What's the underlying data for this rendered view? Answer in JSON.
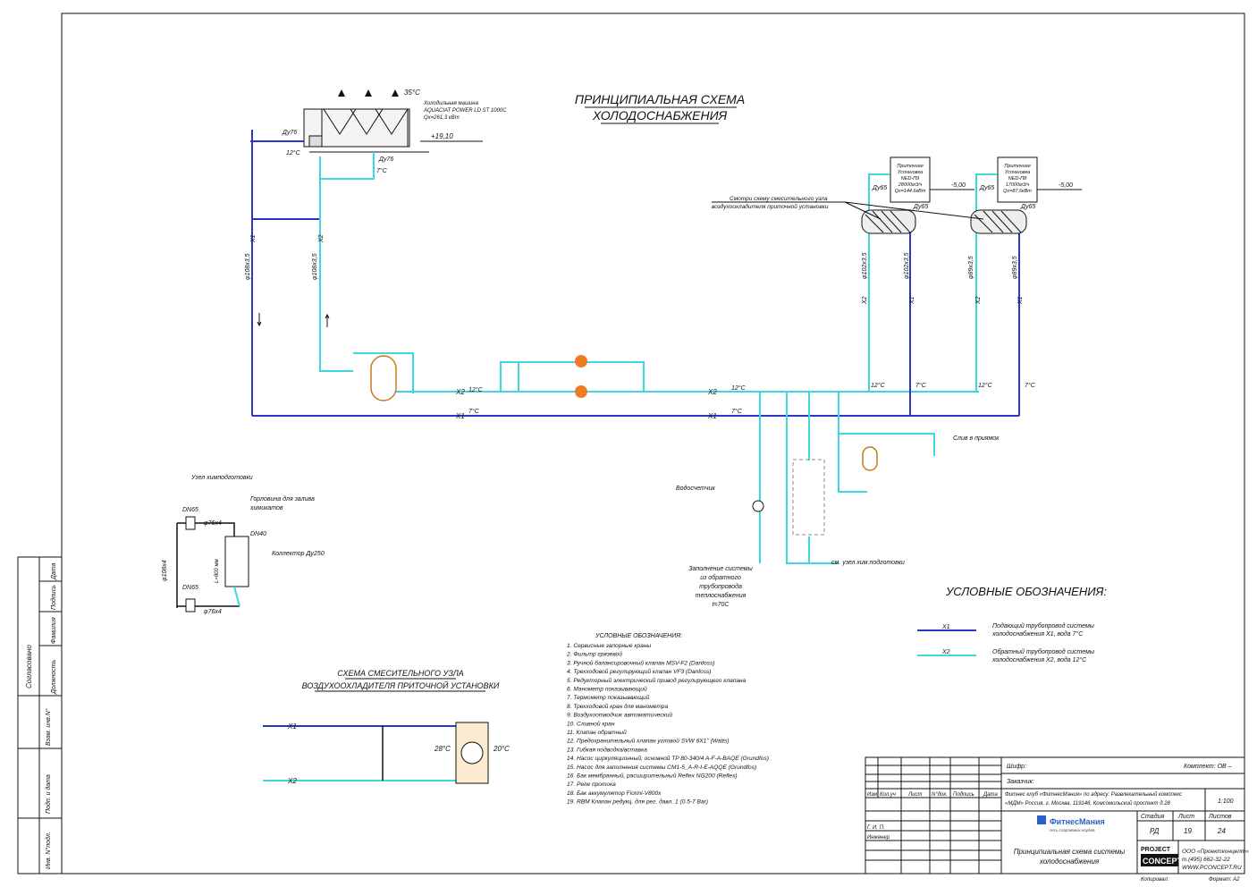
{
  "title": {
    "line1": "ПРИНЦИПИАЛЬНАЯ СХЕМА",
    "line2": "ХОЛОДОСНАБЖЕНИЯ"
  },
  "chiller": {
    "name1": "Холодильная машина",
    "name2": "AQUACIAT POWER LD ST 1000C",
    "power": "Qх=261.3 кВт",
    "temp": "35°C",
    "level": "+19,10",
    "dn_in": "Ду76",
    "dn_out": "Ду76",
    "t_ret": "12°C",
    "t_sup": "7°C"
  },
  "ahu1": {
    "l1": "Приточная",
    "l2": "Установка",
    "l3": "NED-П9",
    "l4": "28000м3/ч",
    "l5": "Qх=144.6кВт",
    "dn": "Ду65",
    "dn2": "Ду65",
    "level": "-5,00"
  },
  "ahu2": {
    "l1": "Приточная",
    "l2": "Установка",
    "l3": "NED-П8",
    "l4": "17000м3/ч",
    "l5": "Qх=87,6кВт",
    "dn": "Ду65",
    "dn2": "Ду65",
    "level": "-5,00"
  },
  "mixnote": {
    "l1": "Смотри схему смесительного узла",
    "l2": "воздухоохладителя приточной установки"
  },
  "pipes": {
    "p108": "φ108х3,5",
    "p102": "φ102х3,5",
    "p89": "φ89х3,5",
    "x1": "Х1",
    "x2": "Х2",
    "t12": "12°C",
    "t7": "7°C"
  },
  "drain": "Слив в приямок",
  "water_meter": "Водосчетчик",
  "fill": {
    "l1": "Заполнение системы",
    "l2": "из обратного",
    "l3": "трубопровода",
    "l4": "теплоснабжения",
    "l5": "t=70C"
  },
  "chem_ref": "см. узел хим.подготовки",
  "chem": {
    "title": "Узел химподготовки",
    "neck1": "Горловина для залива",
    "neck2": "химикатов",
    "dn40": "DN40",
    "collector": "Коллектор Ду250",
    "dn65a": "DN65",
    "dn65b": "DN65",
    "p76a": "φ76х4",
    "p76b": "φ76х4",
    "p108": "φ108х4",
    "len": "L=800 мм"
  },
  "mix": {
    "t1": "СХЕМА СМЕСИТЕЛЬНОГО УЗЛА",
    "t2": "ВОЗДУХООХЛАДИТЕЛЯ ПРИТОЧНОЙ УСТАНОВКИ",
    "x1": "Х1",
    "x2": "Х2",
    "t28": "28°C",
    "t20": "20°C"
  },
  "legend_title": "УСЛОВНЫЕ ОБОЗНАЧЕНИЯ:",
  "legend": [
    {
      "code": "Х1",
      "text1": "Подающий трубопровод системы",
      "text2": "холодоснабжения Х1, вода 7°C"
    },
    {
      "code": "Х2",
      "text1": "Обратный трубопровод системы",
      "text2": "холодоснабжения Х2, вода 12°C"
    }
  ],
  "notes_title": "УСЛОВНЫЕ ОБОЗНАЧЕНИЯ:",
  "notes": [
    "1. Сервисные запорные краны",
    "2. Фильтр грязевой",
    "3. Ручной балансировочный клапан MSV-F2 (Danfoss)",
    "4. Трехходовой регулирующий клапан VF3 (Danfoss)",
    "5. Редукторный электрический привод регулирующего клапана",
    "6. Манометр показывающий",
    "7. Термометр показывающий",
    "8. Трехходовой кран для манометра",
    "9. Воздухоотводчик автоматический",
    "10. Сливной кран",
    "11. Клапан обратный",
    "12. Предохранительный клапан угловой SVW 6X1\" (Watts)",
    "13. Гибкая подводка/вставка",
    "14. Насос циркуляционный, основной TP 80-340/4 A-F-A-BAQE (Grundfos)",
    "15. Насос для заполнения системы CM1-5_A-R-I-E-AQQE (Grundfos)",
    "16. Бак мембранный, расширительный Reflex NG200 (Reflex)",
    "17. Реле протока",
    "18. Бак аккумулятор Fiorini-V800x",
    "19. RBM Клапан редукц. для рег. давл. 1 (0.5-7 Bar)"
  ],
  "side": {
    "agreed": "Согласовано",
    "cols": [
      "Дата",
      "Подпись",
      "Фамилия",
      "Должность"
    ],
    "inv2": "Взам. инв.N°",
    "sign": "Подп. и дата",
    "inv": "Инв. N°подл."
  },
  "stamp": {
    "cipher": "Шифр:",
    "set": "Комплект: ОВ –",
    "customer": "Заказчик:",
    "h_izm": "Изм",
    "h_kol": "Кол.уч",
    "h_list": "Лист",
    "h_doc": "N°док.",
    "h_sign": "Подпись",
    "h_date": "Дата",
    "object1": "Фитнес клуб «ФитнесМания» по адресу: Развлекательный комплекс",
    "object2": "«МДМ» Россия, г. Москва, 119146, Комсомольский проспект д.28",
    "scale": "1:100",
    "gip": "Г. И. П.",
    "eng": "Инженер",
    "stage_h": "Стадия",
    "list_h": "Лист",
    "lists_h": "Листов",
    "stage": "РД",
    "list": "19",
    "lists": "24",
    "sheet1": "Принципиальная схема системы",
    "sheet2": "холодоснабжения",
    "firm1": "ООО «Проектконцепт»",
    "firm2": "т.(495) 662-32-22",
    "firm3": "WWW.PCONCEPT.RU",
    "logo": "ФитнесМания",
    "logo_sub": "сеть спортивных клубов",
    "pc1": "PROJECT",
    "pc2": "CONCEPT",
    "copied": "Копировал:",
    "format": "Формат: А2"
  }
}
